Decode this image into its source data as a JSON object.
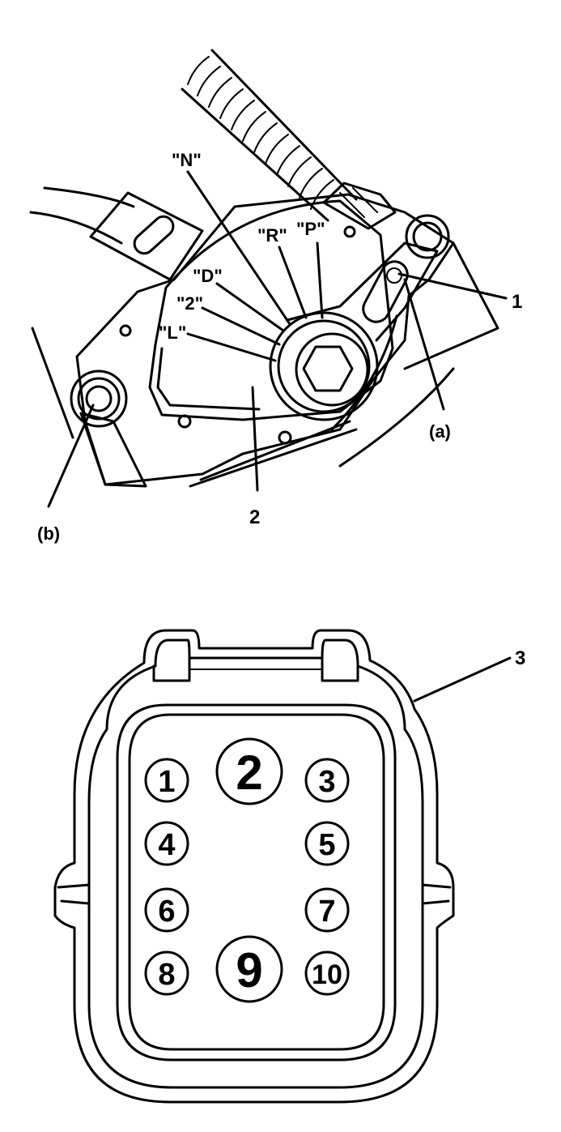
{
  "switch_diagram": {
    "positions": {
      "N": "\"N\"",
      "R": "\"R\"",
      "P": "\"P\"",
      "D": "\"D\"",
      "Z": "\"2\"",
      "L": "\"L\""
    },
    "callouts": {
      "one": "1",
      "two": "2",
      "a": "(a)",
      "b": "(b)"
    }
  },
  "connector_diagram": {
    "callout": "3",
    "pins": [
      "1",
      "2",
      "3",
      "4",
      "5",
      "6",
      "7",
      "8",
      "9",
      "10"
    ]
  }
}
